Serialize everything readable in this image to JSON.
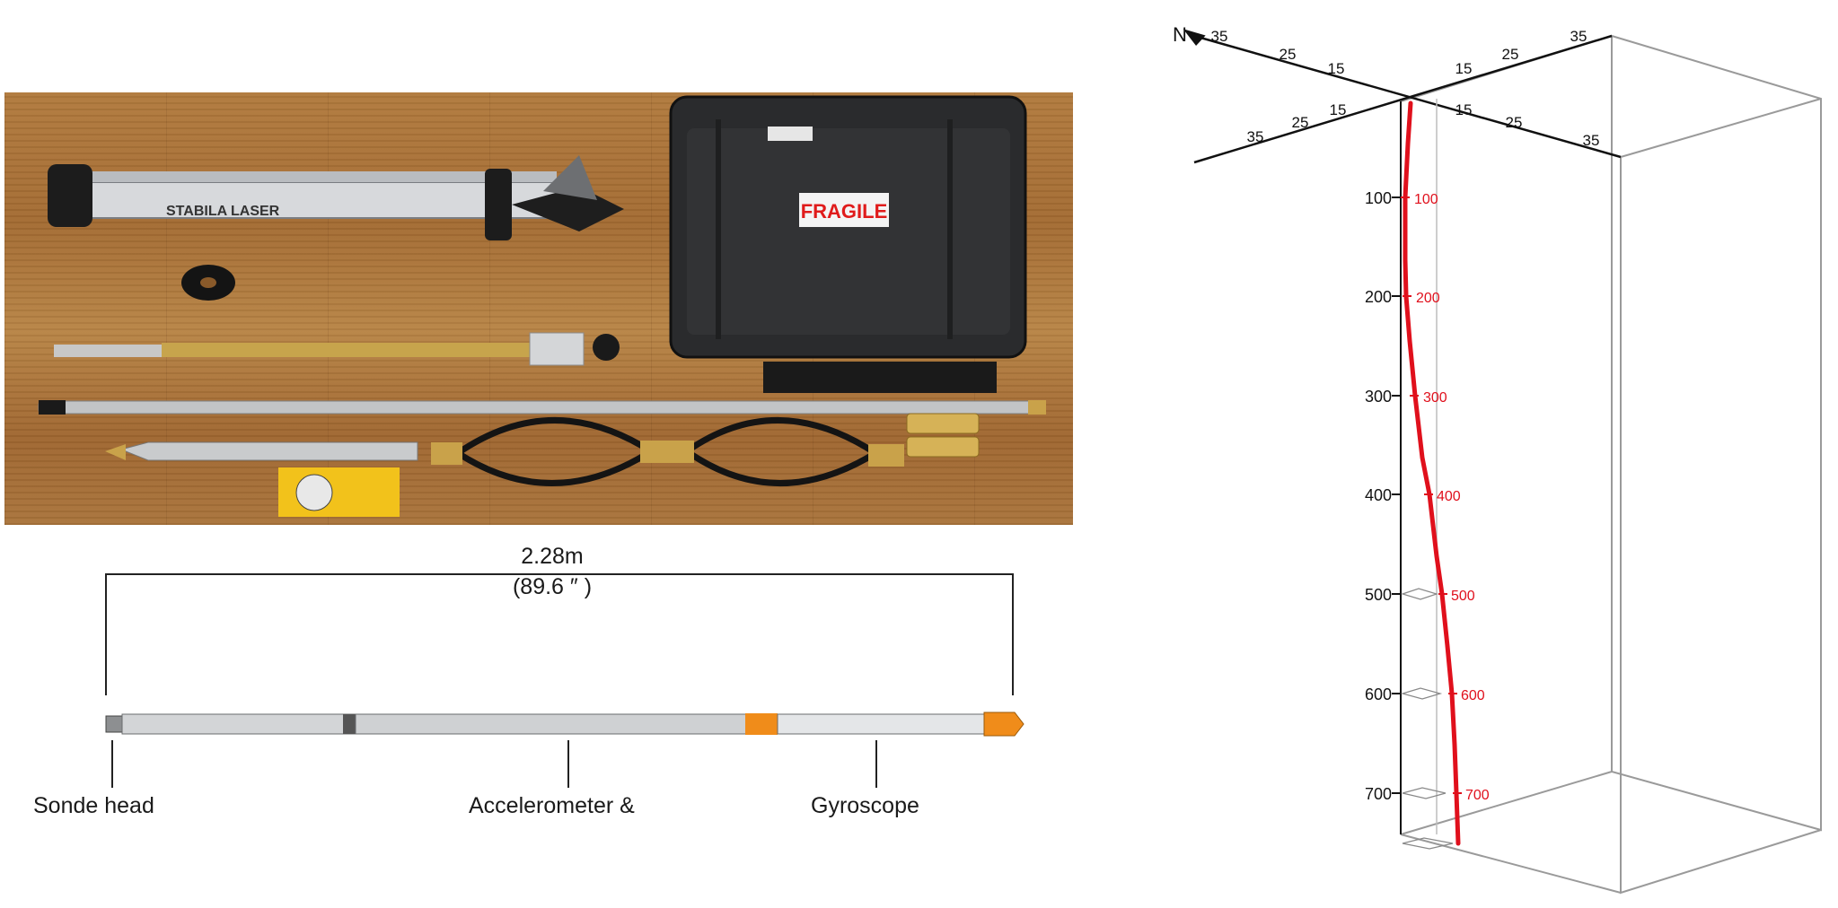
{
  "photo": {
    "tripod_brand": "STABILA LASER",
    "case_label": "FRAGILE"
  },
  "sonde": {
    "length_m": "2.28m",
    "length_in": "(89.6 ″ )",
    "labels": {
      "head": "Sonde head",
      "accelerometer": "Accelerometer &",
      "gyroscope": "Gyroscope"
    },
    "colors": {
      "body": "#c9c9c9",
      "band": "#f08c1a",
      "tip": "#f08c1a"
    }
  },
  "plot3d": {
    "north_label": "N",
    "horizontal_ticks": [
      "35",
      "25",
      "15",
      "15",
      "25",
      "35",
      "35",
      "25",
      "15",
      "15",
      "25",
      "35"
    ],
    "depth_ticks": [
      "100",
      "200",
      "300",
      "400",
      "500",
      "600",
      "700"
    ],
    "trace_labels": [
      "100",
      "200",
      "300",
      "400",
      "500",
      "600",
      "700"
    ],
    "trace_color": "#e0101c"
  }
}
